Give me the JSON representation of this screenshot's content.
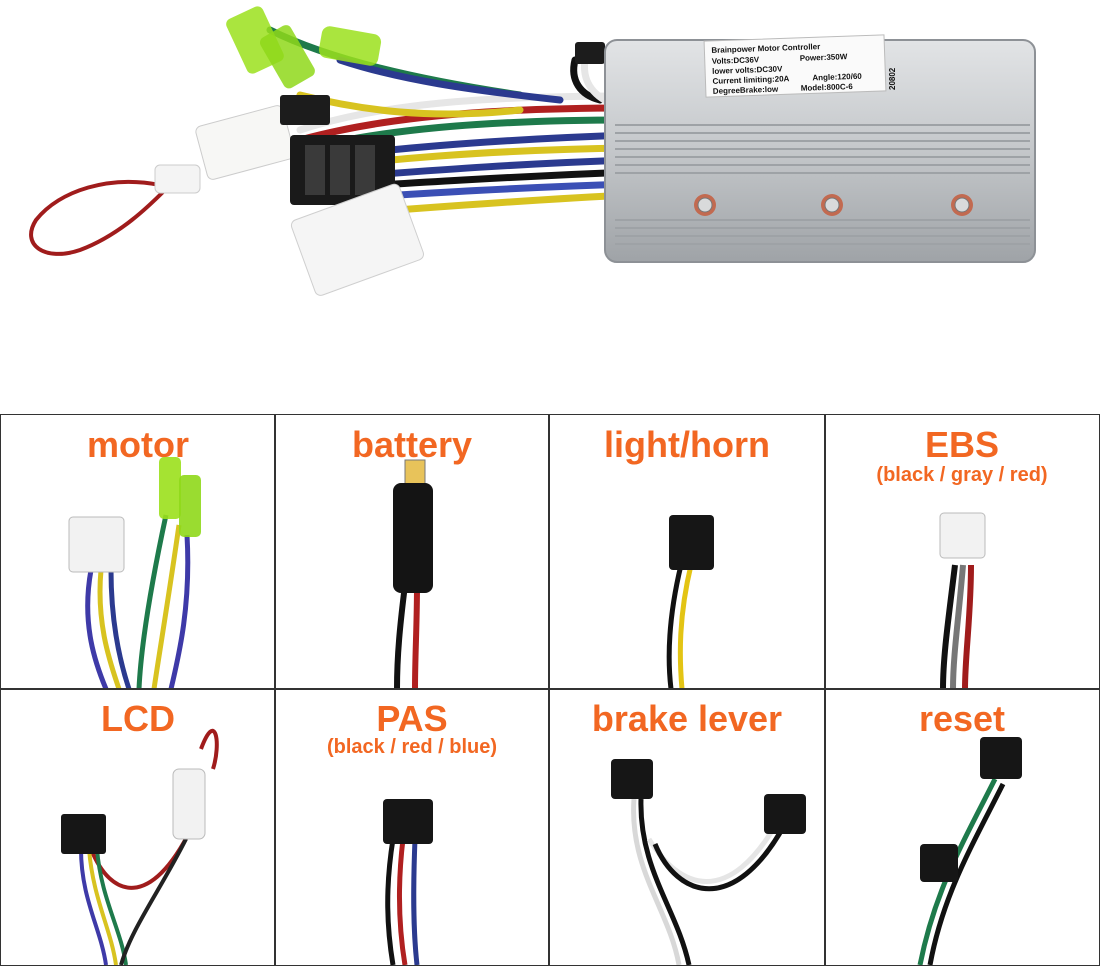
{
  "product": {
    "label_lines": [
      "Brainpower Motor Controller",
      "Volts:DC36V",
      "Power:350W",
      "lower volts:DC30V",
      "Current limiting:20A",
      "Angle:120/60",
      "DegreeBrake:low",
      "Model:800C-6",
      "20802"
    ]
  },
  "connectors": [
    {
      "title": "motor",
      "subtitle": ""
    },
    {
      "title": "battery",
      "subtitle": ""
    },
    {
      "title": "light/horn",
      "subtitle": ""
    },
    {
      "title": "EBS",
      "subtitle": "(black / gray / red)"
    },
    {
      "title": "LCD",
      "subtitle": ""
    },
    {
      "title": "PAS",
      "subtitle": "(black / red / blue)"
    },
    {
      "title": "brake lever",
      "subtitle": ""
    },
    {
      "title": "reset",
      "subtitle": ""
    }
  ],
  "colors": {
    "accent": "#f26722",
    "border": "#333333",
    "housing": "#c8cacd"
  }
}
